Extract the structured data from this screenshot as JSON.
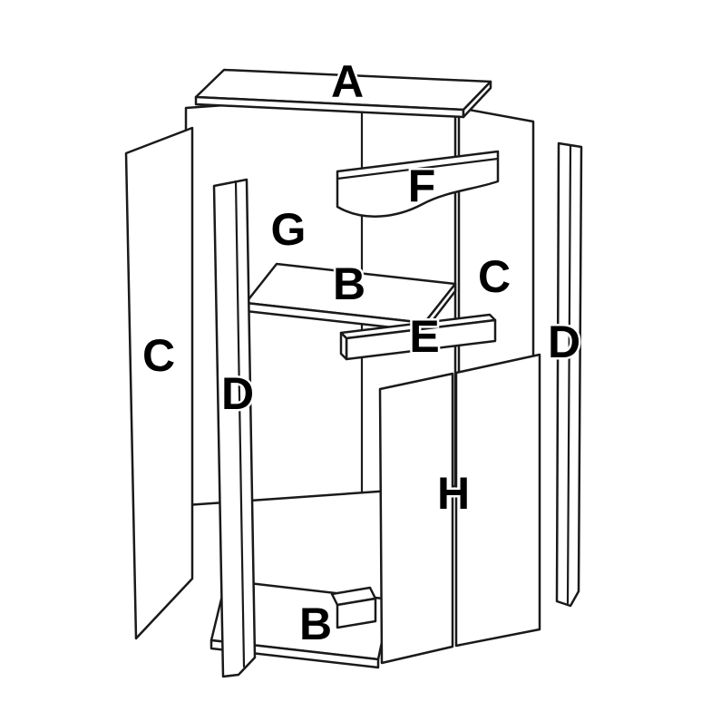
{
  "diagram": {
    "type": "exploded-assembly-instruction",
    "subject": "cabinet-wardrobe-parts",
    "colors": {
      "background": "#ffffff",
      "line": "#1a1a1a",
      "label_text": "#000000"
    },
    "labels": [
      {
        "part": "top-panel",
        "text": "A"
      },
      {
        "part": "valance",
        "text": "F"
      },
      {
        "part": "back-panel",
        "text": "G"
      },
      {
        "part": "middle-shelf",
        "text": "B"
      },
      {
        "part": "right-side-panel",
        "text": "C"
      },
      {
        "part": "shelf-rail",
        "text": "E"
      },
      {
        "part": "left-side-panel",
        "text": "C"
      },
      {
        "part": "left-stile",
        "text": "D"
      },
      {
        "part": "right-stile",
        "text": "D"
      },
      {
        "part": "doors",
        "text": "H"
      },
      {
        "part": "bottom-rail",
        "text": "B"
      }
    ]
  }
}
